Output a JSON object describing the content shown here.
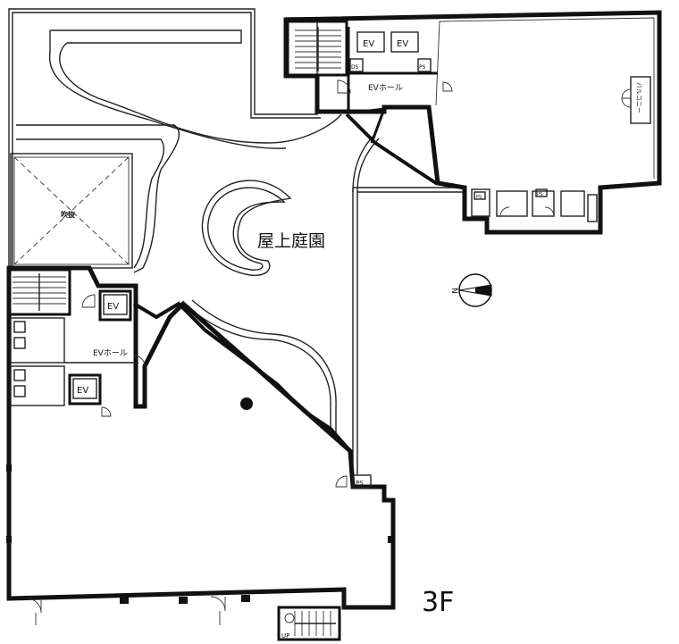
{
  "floor_label": "3F",
  "garden_label": "屋上庭園",
  "void_label": "吹抜",
  "balcony_label": "バルコニー",
  "elevator_labels": {
    "ev_top_1": "EV",
    "ev_top_2": "EV",
    "ev_left_1": "EV",
    "ev_left_2": "EV"
  },
  "hall_labels": {
    "top": "EVホール",
    "left": "EVホール"
  },
  "shaft_labels": {
    "ps_top": "PS",
    "ds_top": "DS",
    "ps_bottom": "PS",
    "ps_east_1": "PS",
    "ps_east_2": "PS"
  },
  "stair_label": "UP",
  "compass_label": "N",
  "colors": {
    "line": "#111111",
    "background": "#ffffff"
  }
}
